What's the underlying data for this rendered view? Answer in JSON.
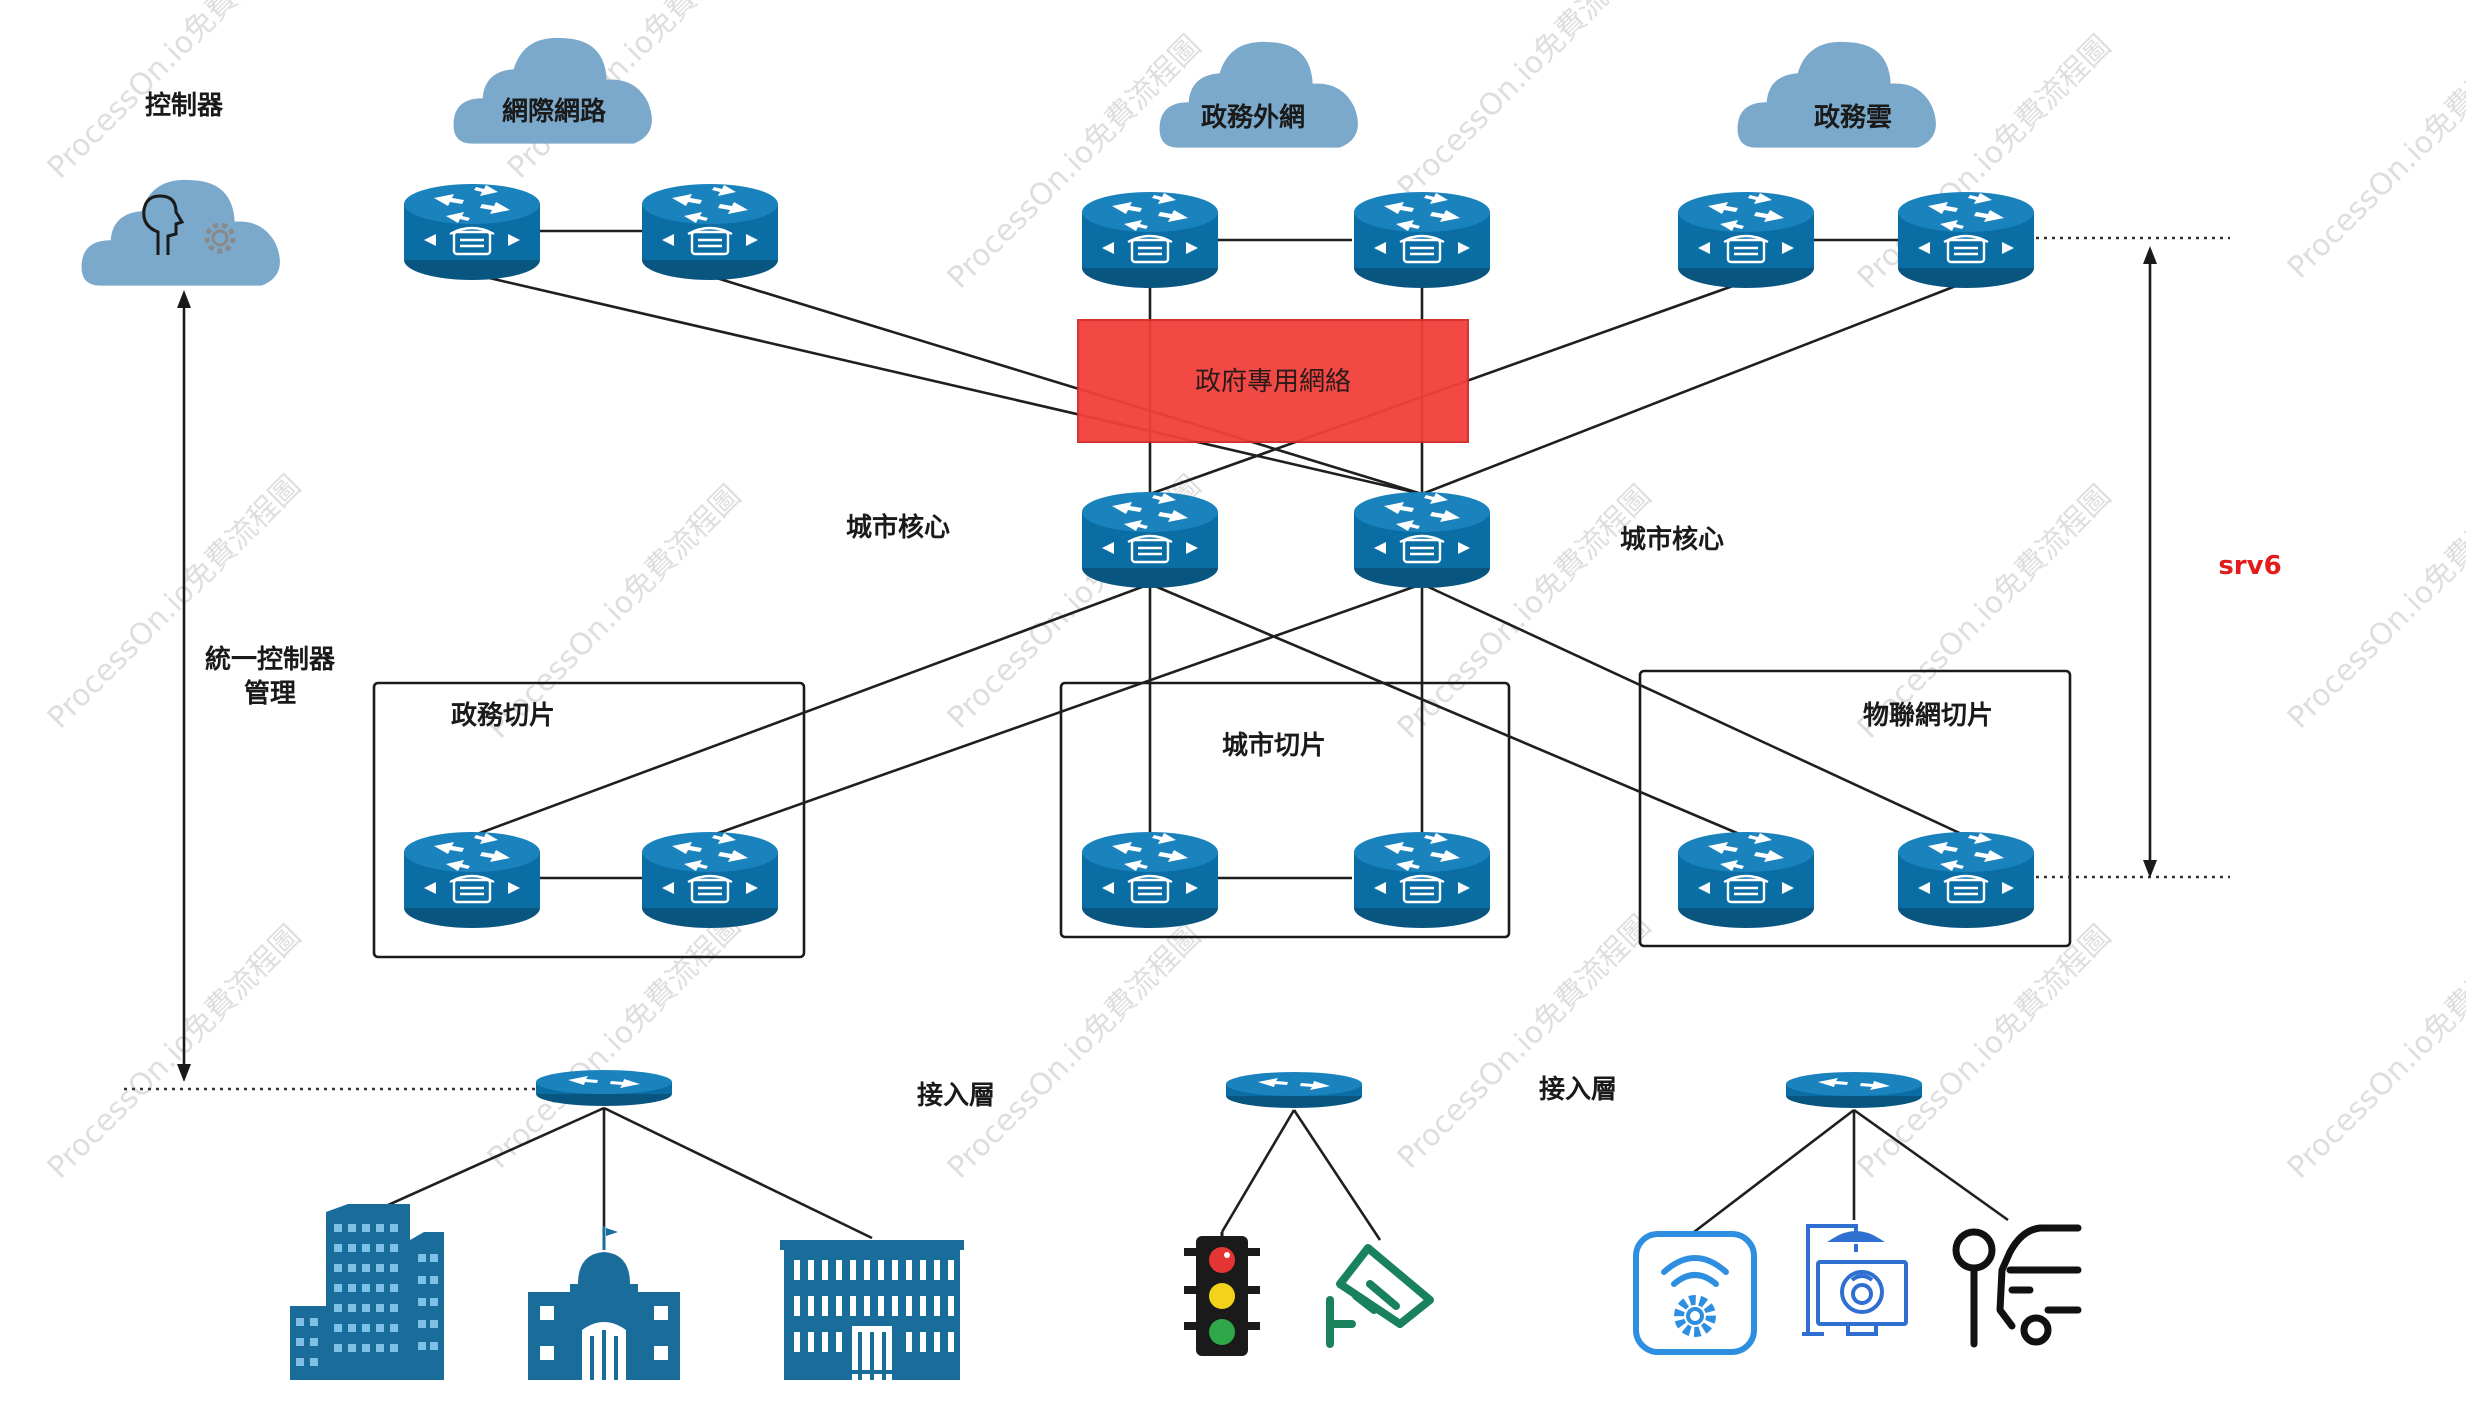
{
  "labels": {
    "controller": "控制器",
    "internet": "網際網路",
    "gov_extranet": "政務外網",
    "gov_cloud": "政務雲",
    "gov_private_network": "政府專用網絡",
    "city_core_left": "城市核心",
    "city_core_right": "城市核心",
    "unified_mgmt_line1": "統一控制器",
    "unified_mgmt_line2": "管理",
    "gov_slice": "政務切片",
    "city_slice": "城市切片",
    "iot_slice": "物聯網切片",
    "access_layer_left": "接入層",
    "access_layer_right": "接入層",
    "srv6": "srv6"
  },
  "watermark": "ProcessOn.io免費流程圖",
  "colors": {
    "cloud": "#7ba9cb",
    "router": "#0a6ea5",
    "router_dark": "#08557f",
    "gov_network_box": "#f2403a",
    "srv6_text": "#e21b1b",
    "building": "#1a6c9a",
    "camera": "#19825c",
    "iot_blue": "#2e8fe0"
  },
  "icons": {
    "controller_cloud": "cloud-with-head-and-gear-icon",
    "router": "router-icon",
    "buildings": [
      "office-tower-icon",
      "capitol-building-icon",
      "government-office-icon"
    ],
    "city_devices": [
      "traffic-light-icon",
      "surveillance-camera-icon"
    ],
    "iot_devices": [
      "wifi-sensor-icon",
      "smart-streetlight-icon",
      "vehicle-detector-icon"
    ]
  }
}
